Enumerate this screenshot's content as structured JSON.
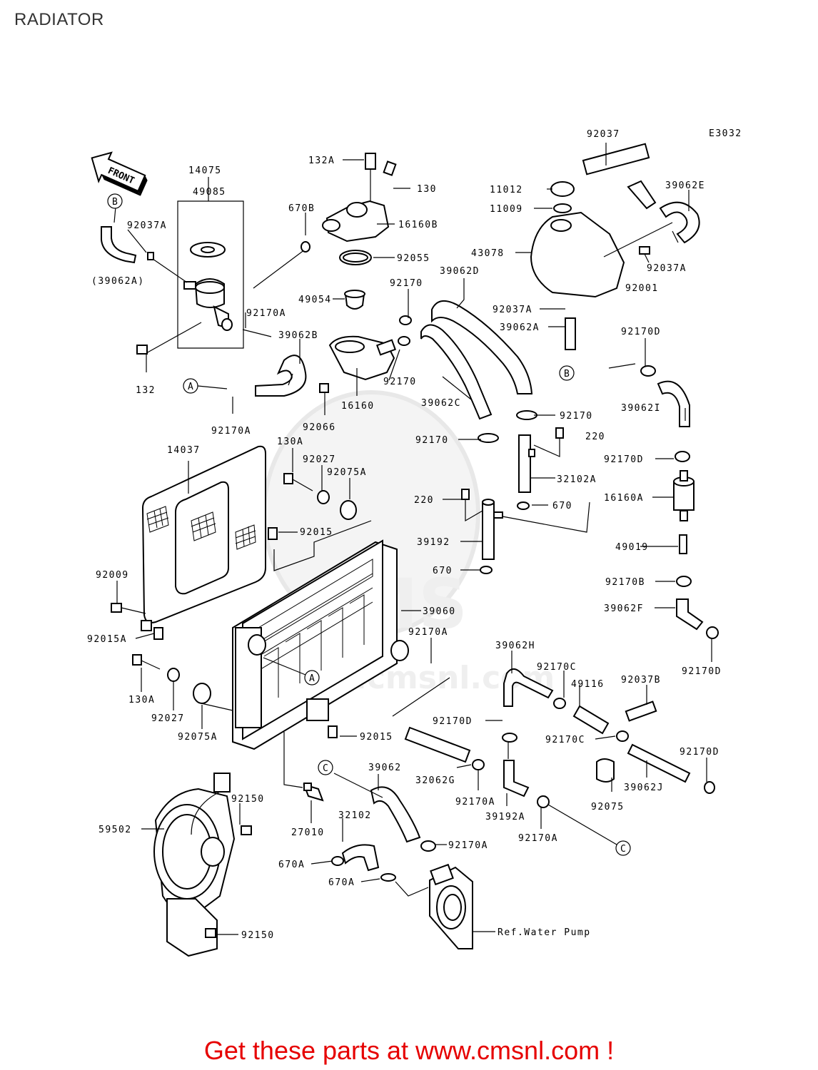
{
  "page": {
    "title": "RADIATOR",
    "footer": "Get these parts at www.cmsnl.com !"
  },
  "diagram": {
    "code": "E3032",
    "front_label": "FRONT",
    "watermark": "CMS",
    "watermark_url": "www.cmsnl.com",
    "reference_markers": [
      "A",
      "B",
      "C"
    ],
    "part_labels": [
      "14075",
      "49085",
      "92037A",
      "(39062A)",
      "670B",
      "92170A",
      "132",
      "92170A",
      "132A",
      "130",
      "16160B",
      "92055",
      "49054",
      "92170",
      "39062B",
      "16160",
      "92170",
      "92066",
      "39062D",
      "39062C",
      "92037",
      "39062E",
      "11012",
      "11009",
      "43078",
      "92037A",
      "92001",
      "92037A",
      "39062A",
      "92170D",
      "39062I",
      "92170",
      "220",
      "92170",
      "32102A",
      "670",
      "220",
      "39192",
      "670",
      "92170D",
      "16160A",
      "49019",
      "92170B",
      "39062F",
      "92170D",
      "14037",
      "130A",
      "92027",
      "92075A",
      "92015",
      "92009",
      "92015A",
      "39060",
      "92170A",
      "130A",
      "92027",
      "92075A",
      "92015",
      "39062H",
      "92170C",
      "49116",
      "92037B",
      "92170D",
      "92170C",
      "92170D",
      "32062G",
      "92170A",
      "39192A",
      "92170A",
      "92075",
      "39062J",
      "39062",
      "32102",
      "92170A",
      "27010",
      "92150",
      "59502",
      "670A",
      "670A",
      "92150",
      "Ref.Water Pump"
    ]
  }
}
